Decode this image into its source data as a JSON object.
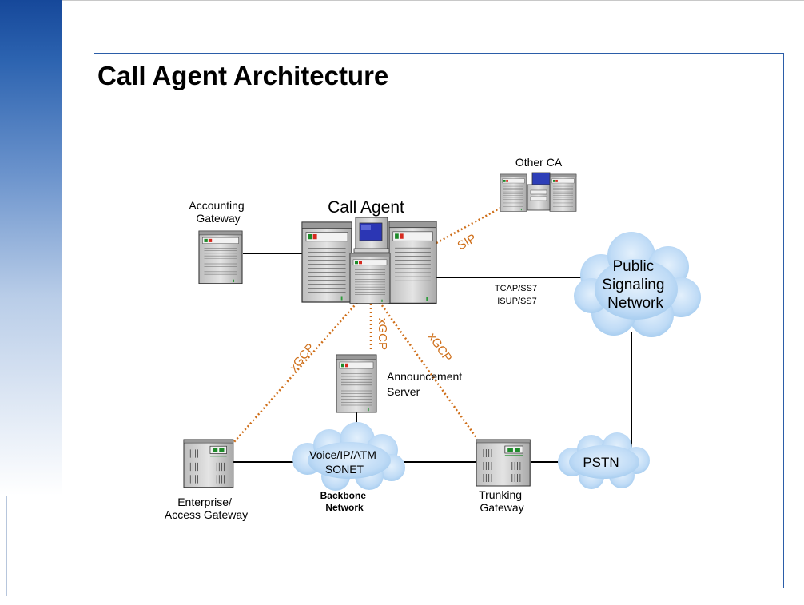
{
  "slide": {
    "title": "Call Agent Architecture"
  },
  "colors": {
    "accent_blue": "#2b5da8",
    "protocol_link": "#cf6f1a",
    "cloud_fill": "#bfdbf6",
    "server_gray": "#d4d4d4"
  },
  "nodes": {
    "call_agent": "Call Agent",
    "other_ca": "Other CA",
    "accounting_gateway": [
      "Accounting",
      "Gateway"
    ],
    "announcement_server": [
      "Announcement",
      "Server"
    ],
    "enterprise_gateway": [
      "Enterprise/",
      "Access Gateway"
    ],
    "trunking_gateway": [
      "Trunking",
      "Gateway"
    ]
  },
  "clouds": {
    "public_signaling": [
      "Public",
      "Signaling",
      "Network"
    ],
    "backbone": [
      "Voice/IP/ATM",
      "SONET"
    ],
    "backbone_caption": [
      "Backbone",
      "Network"
    ],
    "pstn": "PSTN"
  },
  "links": {
    "sip": "SIP",
    "xgcp_left": "xGCP",
    "xgcp_middle": "xGCP",
    "xgcp_right": "xGCP",
    "signaling": [
      "TCAP/SS7",
      "ISUP/SS7"
    ]
  }
}
